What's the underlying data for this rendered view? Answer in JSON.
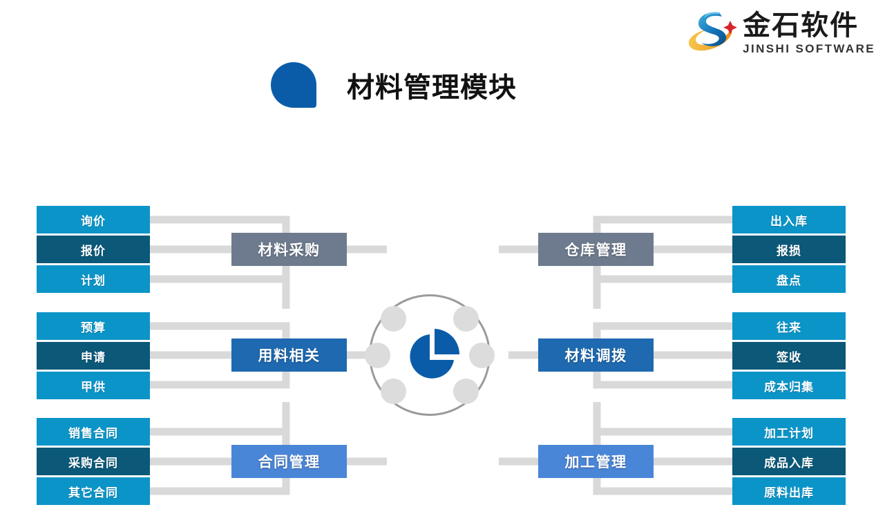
{
  "brand": {
    "name_cn": "金石软件",
    "name_en": "JINSHI SOFTWARE",
    "logo_icon": "jinshi-s-swoosh-logo",
    "colors": {
      "blue": "#1273B8",
      "gold": "#F2A92B",
      "red": "#D8232A"
    }
  },
  "header": {
    "title": "材料管理模块",
    "title_icon": "blue-teardrop-icon",
    "title_icon_color": "#0B5CA8"
  },
  "hub": {
    "icon": "pie-chart-icon",
    "icon_color": "#0B5CA8",
    "ring_color": "#9a9a9a",
    "node_color": "#dcdcdc",
    "node_count": 6
  },
  "palette": {
    "leaf_light": "#0B94C8",
    "leaf_dark": "#0B5878",
    "cat_gray": "#6E7B8E",
    "cat_blue": "#1E69B0",
    "cat_light_blue": "#4A86D8",
    "wire": "#D9D9D9"
  },
  "groups": {
    "left": [
      {
        "category": "材料采购",
        "category_style": "gray",
        "items": [
          {
            "label": "询价",
            "style": "light"
          },
          {
            "label": "报价",
            "style": "dark"
          },
          {
            "label": "计划",
            "style": "light"
          }
        ]
      },
      {
        "category": "用料相关",
        "category_style": "blue",
        "items": [
          {
            "label": "预算",
            "style": "light"
          },
          {
            "label": "申请",
            "style": "dark"
          },
          {
            "label": "甲供",
            "style": "light"
          }
        ]
      },
      {
        "category": "合同管理",
        "category_style": "light_blue",
        "items": [
          {
            "label": "销售合同",
            "style": "light"
          },
          {
            "label": "采购合同",
            "style": "dark"
          },
          {
            "label": "其它合同",
            "style": "light"
          }
        ]
      }
    ],
    "right": [
      {
        "category": "仓库管理",
        "category_style": "gray",
        "items": [
          {
            "label": "出入库",
            "style": "light"
          },
          {
            "label": "报损",
            "style": "dark"
          },
          {
            "label": "盘点",
            "style": "light"
          }
        ]
      },
      {
        "category": "材料调拨",
        "category_style": "blue",
        "items": [
          {
            "label": "往来",
            "style": "light"
          },
          {
            "label": "签收",
            "style": "dark"
          },
          {
            "label": "成本归集",
            "style": "light"
          }
        ]
      },
      {
        "category": "加工管理",
        "category_style": "light_blue",
        "items": [
          {
            "label": "加工计划",
            "style": "light"
          },
          {
            "label": "成品入库",
            "style": "dark"
          },
          {
            "label": "原料出库",
            "style": "light"
          }
        ]
      }
    ]
  }
}
